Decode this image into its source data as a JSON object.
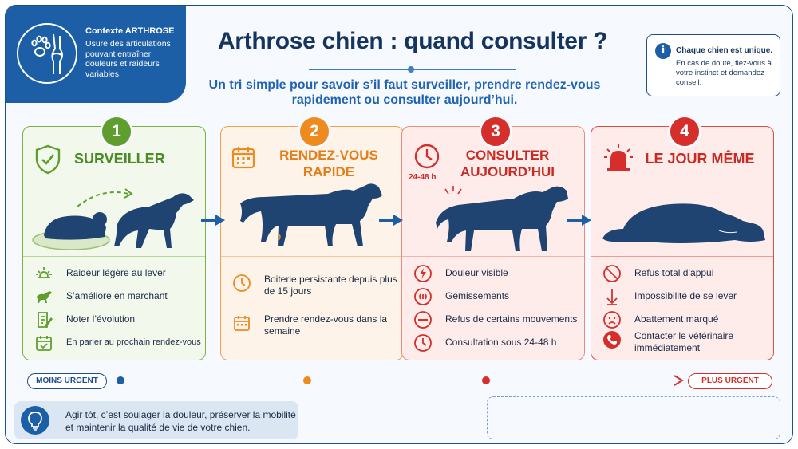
{
  "context": {
    "title": "Contexte ARTHROSE",
    "text": "Usure des articulations pouvant entraîner douleurs et raideurs variables.",
    "icon": "paw-joint-icon"
  },
  "title": "Arthrose chien : quand consulter ?",
  "subtitle": "Un tri simple pour savoir s’il faut surveiller, prendre rendez-vous rapidement ou consulter aujourd’hui.",
  "info": {
    "icon": "info-icon",
    "title": "Chaque chien est unique.",
    "text": "En cas de doute, fiez-vous à votre instinct et demandez conseil."
  },
  "levels": [
    {
      "number": "1",
      "title": "SURVEILLER",
      "color": "#5f9e2e",
      "icon": "shield-check-icon",
      "items": [
        {
          "icon": "sunrise-icon",
          "text": "Raideur légère au lever"
        },
        {
          "icon": "walking-dog-icon",
          "text": "S’améliore en marchant"
        },
        {
          "icon": "notepad-pencil-icon",
          "text": "Noter l’évolution"
        },
        {
          "icon": "calendar-check-icon",
          "text": "En parler au prochain rendez-vous"
        }
      ]
    },
    {
      "number": "2",
      "title": "RENDEZ-VOUS RAPIDE",
      "color": "#ef8a1f",
      "icon": "calendar-icon",
      "items": [
        {
          "icon": "clock-icon",
          "text": "Boiterie persistante depuis plus de 15 jours"
        },
        {
          "icon": "calendar-icon",
          "text": "Prendre rendez-vous dans la semaine"
        }
      ]
    },
    {
      "number": "3",
      "title": "CONSULTER AUJOURD’HUI",
      "color": "#d62f2b",
      "icon": "clock-icon",
      "badge": "24-48 h",
      "items": [
        {
          "icon": "lightning-icon",
          "text": "Douleur visible"
        },
        {
          "icon": "sound-icon",
          "text": "Gémissements"
        },
        {
          "icon": "minus-circle-icon",
          "text": "Refus de certains mouvements"
        },
        {
          "icon": "clock-icon",
          "text": "Consultation sous 24-48 h"
        }
      ]
    },
    {
      "number": "4",
      "title": "LE JOUR MÊME",
      "color": "#d62f2b",
      "icon": "alarm-light-icon",
      "items": [
        {
          "icon": "prohibited-icon",
          "text": "Refus total d’appui"
        },
        {
          "icon": "arrow-down-icon",
          "text": "Impossibilité de se lever"
        },
        {
          "icon": "sad-face-icon",
          "text": "Abattement marqué"
        },
        {
          "icon": "phone-icon",
          "text": "Contacter le vétérinaire immédiatement"
        }
      ]
    }
  ],
  "scale": {
    "left": "MOINS URGENT",
    "right": "PLUS URGENT",
    "colors": [
      "#1d5fa6",
      "#ef8a1f",
      "#d62f2b"
    ]
  },
  "tip": {
    "icon": "lightbulb-icon",
    "text": "Agir tôt, c’est soulager la douleur, préserver la mobilité et maintenir la qualité de vie de votre chien."
  }
}
